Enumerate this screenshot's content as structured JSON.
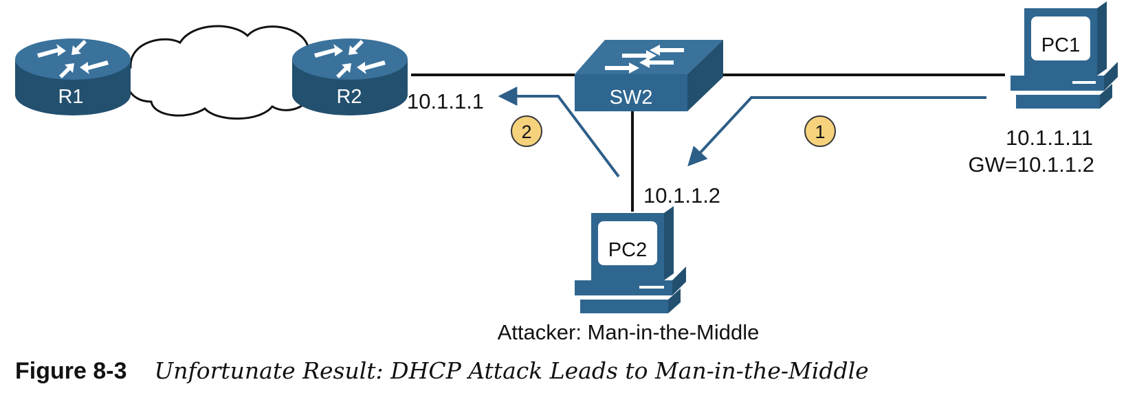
{
  "colors": {
    "device_blue": "#2f6690",
    "device_dark": "#23506f",
    "step_badge": "#f6d27d",
    "arrow": "#2d5e87",
    "line": "#111111"
  },
  "devices": {
    "r1": "R1",
    "r2": "R2",
    "sw2": "SW2",
    "pc1": "PC1",
    "pc2": "PC2"
  },
  "labels": {
    "r2_ip": "10.1.1.1",
    "pc2_ip": "10.1.1.2",
    "pc1_ip": "10.1.1.11",
    "pc1_gw": "GW=10.1.1.2",
    "attacker": "Attacker: Man-in-the-Middle"
  },
  "steps": {
    "step1": "1",
    "step2": "2"
  },
  "icons": [
    "router-icon",
    "switch-icon",
    "pc-icon",
    "cloud-icon",
    "arrow-icon"
  ],
  "caption": {
    "number": "Figure 8-3",
    "title": "Unfortunate Result: DHCP Attack Leads to Man-in-the-Middle"
  }
}
